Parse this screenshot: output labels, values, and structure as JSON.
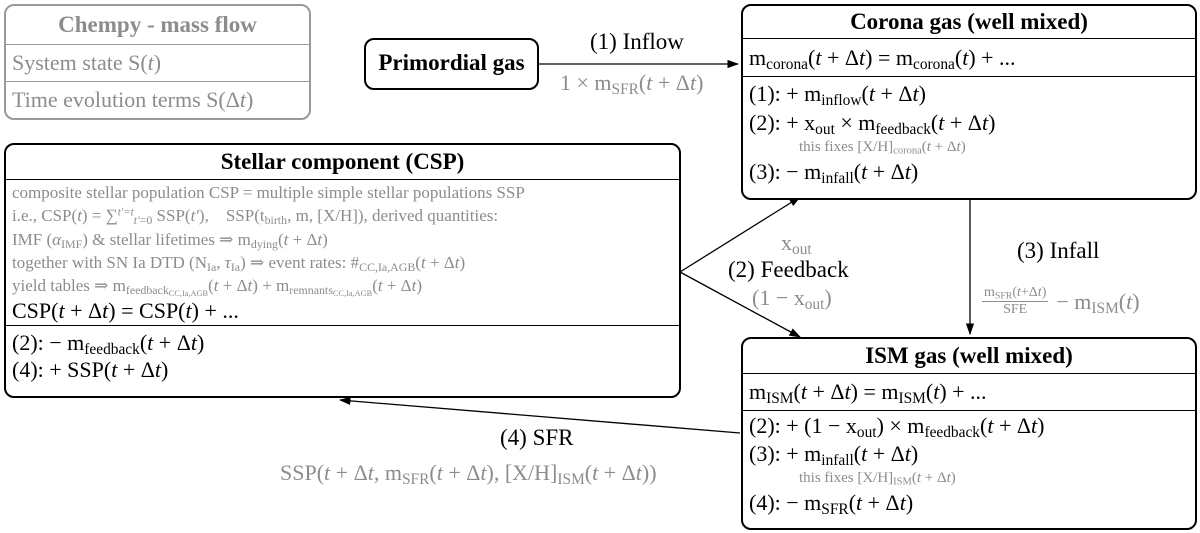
{
  "legend": {
    "title": "Chempy - mass flow",
    "row1": "System state S(t)",
    "row2": "Time evolution terms S(Δt)"
  },
  "primordial": {
    "title": "Primordial gas"
  },
  "inflow": {
    "label": "(1) Inflow",
    "formula": "1 × m_SFR(t + Δt)"
  },
  "corona": {
    "title": "Corona gas (well mixed)",
    "state": "m_corona(t + Δt) = m_corona(t) + ...",
    "term1": "(1): + m_inflow(t + Δt)",
    "term2": "(2): + x_out × m_feedback(t + Δt)",
    "note": "this fixes [X/H]_corona(t + Δt)",
    "term3": "(3): − m_infall(t + Δt)"
  },
  "csp": {
    "title": "Stellar component (CSP)",
    "desc1": "composite stellar population CSP = multiple simple stellar populations SSP",
    "desc2": "i.e., CSP(t) = Σ SSP(t), SSP(t_birth, m, [X/H]), derived quantities:",
    "desc3": "IMF (α_IMF) & stellar lifetimes ⇒ m_dying(t + Δt)",
    "desc4": "together with SN Ia DTD (N_Ia, τ_Ia) ⇒ event rates: #_CC,Ia,AGB(t + Δt)",
    "desc5": "yield tables ⇒ m_feedback_CC,Ia,AGB(t + Δt) + m_remnants_CC,Ia,AGB(t + Δt)",
    "state": "CSP(t + Δt) = CSP(t) + ...",
    "term2": "(2): − m_feedback(t + Δt)",
    "term4": "(4): + SSP(t + Δt)"
  },
  "feedback": {
    "xout": "x_out",
    "label": "(2) Feedback",
    "minus": "(1 − x_out)"
  },
  "infall": {
    "label": "(3) Infall",
    "formula": "m_SFR(t+Δt)/SFE − m_ISM(t)"
  },
  "ism": {
    "title": "ISM gas (well mixed)",
    "state": "m_ISM(t + Δt) = m_ISM(t) + ...",
    "term2": "(2): + (1 − x_out) × m_feedback(t + Δt)",
    "term3": "(3): + m_infall(t + Δt)",
    "note": "this fixes [X/H]_ISM(t + Δt)",
    "term4": "(4): − m_SFR(t + Δt)"
  },
  "sfr": {
    "label": "(4) SFR",
    "formula": "SSP(t + Δt, m_SFR(t + Δt), [X/H]_ISM(t + Δt))"
  }
}
